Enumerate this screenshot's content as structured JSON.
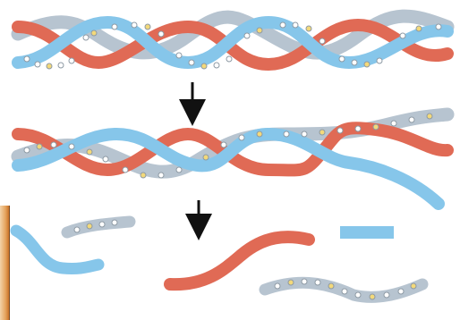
{
  "figure": {
    "kind": "collagen-like triple helix degradation schematic",
    "colors": {
      "strand_red": "#e06a55",
      "strand_blue": "#86c6ea",
      "crosslink_gray": "#b7c4d0",
      "bead_white": "#ffffff",
      "bead_yellow": "#f3d97a",
      "arrow": "#111111",
      "background": "#ffffff"
    },
    "stages": [
      {
        "name": "intact-triple-helix"
      },
      {
        "name": "partially-unwound-helix"
      },
      {
        "name": "released-fragments"
      }
    ],
    "arrows": [
      {
        "name": "arrow-down-1",
        "icon": "down-arrow-icon"
      },
      {
        "name": "arrow-down-2",
        "icon": "down-arrow-icon"
      }
    ]
  }
}
